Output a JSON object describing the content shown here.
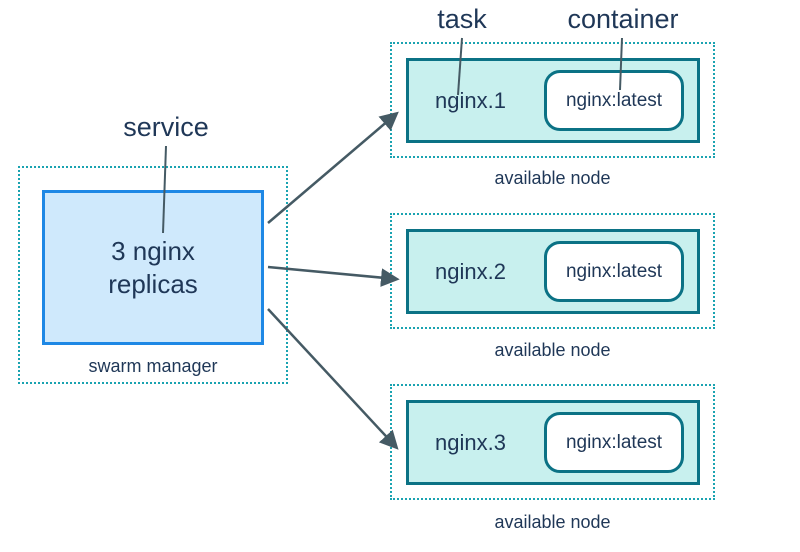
{
  "labels": {
    "task": "task",
    "container": "container",
    "service": "service"
  },
  "manager": {
    "box_text": "3 nginx\nreplicas",
    "caption": "swarm manager"
  },
  "nodes": [
    {
      "task": "nginx.1",
      "container": "nginx:latest",
      "caption": "available node"
    },
    {
      "task": "nginx.2",
      "container": "nginx:latest",
      "caption": "available node"
    },
    {
      "task": "nginx.3",
      "container": "nginx:latest",
      "caption": "available node"
    }
  ],
  "colors": {
    "teal_border": "#0b7285",
    "teal_dotted": "#1aa3b1",
    "teal_fill": "#c8f0ee",
    "blue_border": "#1e88e5",
    "blue_fill": "#cfe9fc",
    "text": "#1f3757",
    "arrow": "#455a64"
  }
}
